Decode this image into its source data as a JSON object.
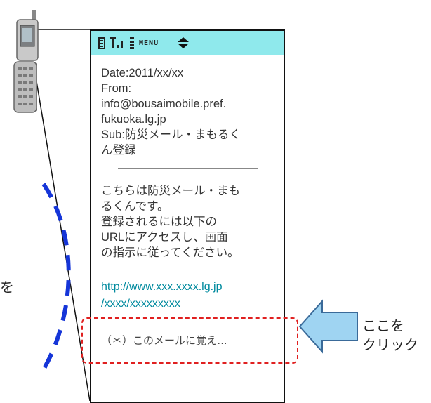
{
  "status_bar": {
    "menu_label": "ME NU",
    "icons": [
      "battery-icon",
      "antenna-icon",
      "signal-icon",
      "menu-icon",
      "updown-icon"
    ]
  },
  "email": {
    "date": "Date:2011/xx/xx",
    "from_label": "From:",
    "from_line1": "info@bousaimobile.pref.",
    "from_line2": "fukuoka.lg.jp",
    "subject_line1": "Sub:防災メール・まもるく",
    "subject_line2": "ん登録",
    "body_line1": "こちらは防災メール・まも",
    "body_line2": "るくんです。",
    "body_line3": "登録されるには以下の",
    "body_line4": "URLにアクセスし、画面",
    "body_line5": "の指示に従ってください。",
    "link_line1": "http://www.xxx.xxxx.lg.jp",
    "link_line2": "/xxxx/xxxxxxxxx",
    "footnote": "（＊）このメールに覚え…"
  },
  "callout": {
    "line1": "ここを",
    "line2": "クリック",
    "edge_text": "を"
  },
  "colors": {
    "status_bar_bg": "#8fe9ec",
    "link": "#008a9e",
    "highlight": "#e02020",
    "arrow_fill": "#9fd4f2",
    "arc": "#1535d8"
  }
}
